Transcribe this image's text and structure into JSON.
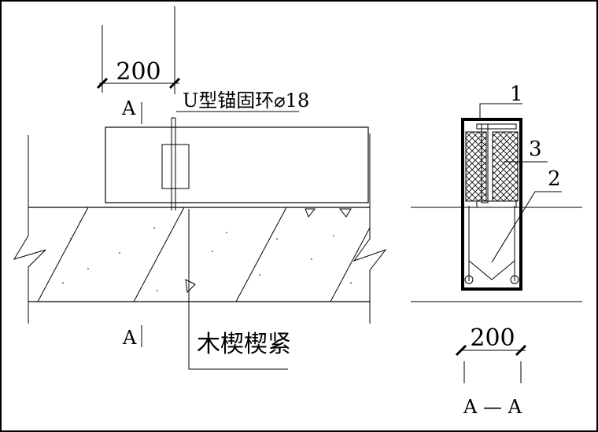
{
  "plan_view": {
    "dim_value": "200",
    "section_mark_top": "A",
    "section_mark_bottom": "A",
    "anchor_ring_label": "U型锚固环⌀18",
    "wedge_label": "木楔楔紧"
  },
  "section_view": {
    "callouts": [
      "1",
      "3",
      "2"
    ],
    "dim_value": "200",
    "section_title": "A — A"
  }
}
